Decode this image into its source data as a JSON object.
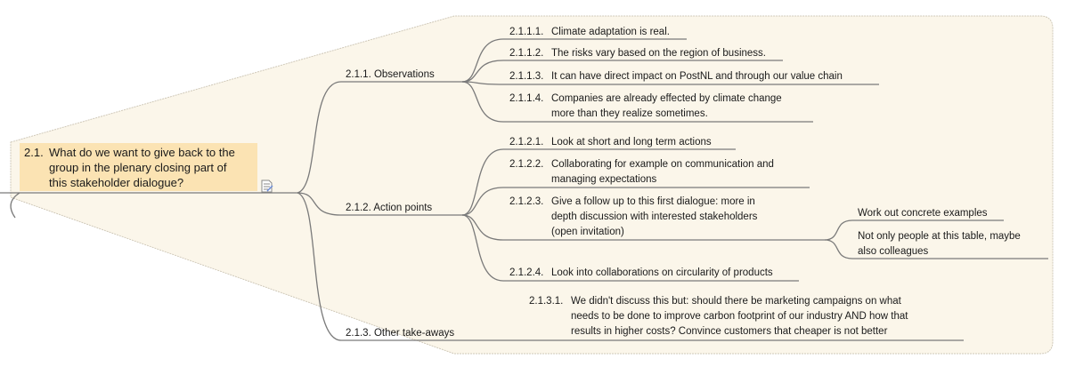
{
  "root": {
    "number": "2.1.",
    "lines": [
      "What do we want to give back to the",
      "group in the plenary closing part of",
      "this stakeholder dialogue?"
    ]
  },
  "branches": [
    {
      "label": "2.1.1. Observations"
    },
    {
      "label": "2.1.2. Action points"
    },
    {
      "label": "2.1.3. Other take-aways"
    }
  ],
  "leaves": [
    {
      "number": "2.1.1.1.",
      "lines": [
        "Climate adaptation is real."
      ]
    },
    {
      "number": "2.1.1.2.",
      "lines": [
        "The risks vary based on the region of business."
      ]
    },
    {
      "number": "2.1.1.3.",
      "lines": [
        "It can have direct impact on PostNL and through our value chain"
      ]
    },
    {
      "number": "2.1.1.4.",
      "lines": [
        "Companies are already effected by climate change",
        "more than they realize sometimes."
      ]
    },
    {
      "number": "2.1.2.1.",
      "lines": [
        "Look at short and long term actions"
      ]
    },
    {
      "number": "2.1.2.2.",
      "lines": [
        "Collaborating for example on communication and",
        "managing expectations"
      ]
    },
    {
      "number": "2.1.2.3.",
      "lines": [
        "Give a follow up to this first dialogue: more in",
        "depth discussion with interested stakeholders",
        "(open invitation)"
      ]
    },
    {
      "number": "2.1.2.4.",
      "lines": [
        "Look into collaborations on circularity of products"
      ]
    },
    {
      "number": "2.1.3.1.",
      "lines": [
        "We didn't discuss this but:  should there be marketing campaigns on what",
        "needs to be done to improve carbon footprint of our industry AND how that",
        "results in higher costs?  Convince customers that cheaper is not better"
      ]
    }
  ],
  "subleaves": [
    {
      "lines": [
        "Work out concrete examples"
      ]
    },
    {
      "lines": [
        "Not only people at this table, maybe",
        "also colleagues"
      ]
    }
  ],
  "icons": {
    "note": "note-icon"
  },
  "colors": {
    "root_fill": "#fbe3b3",
    "callout_fill": "#fbf6ea",
    "callout_stroke": "#cfc8b8",
    "line": "#7a7a7a"
  }
}
